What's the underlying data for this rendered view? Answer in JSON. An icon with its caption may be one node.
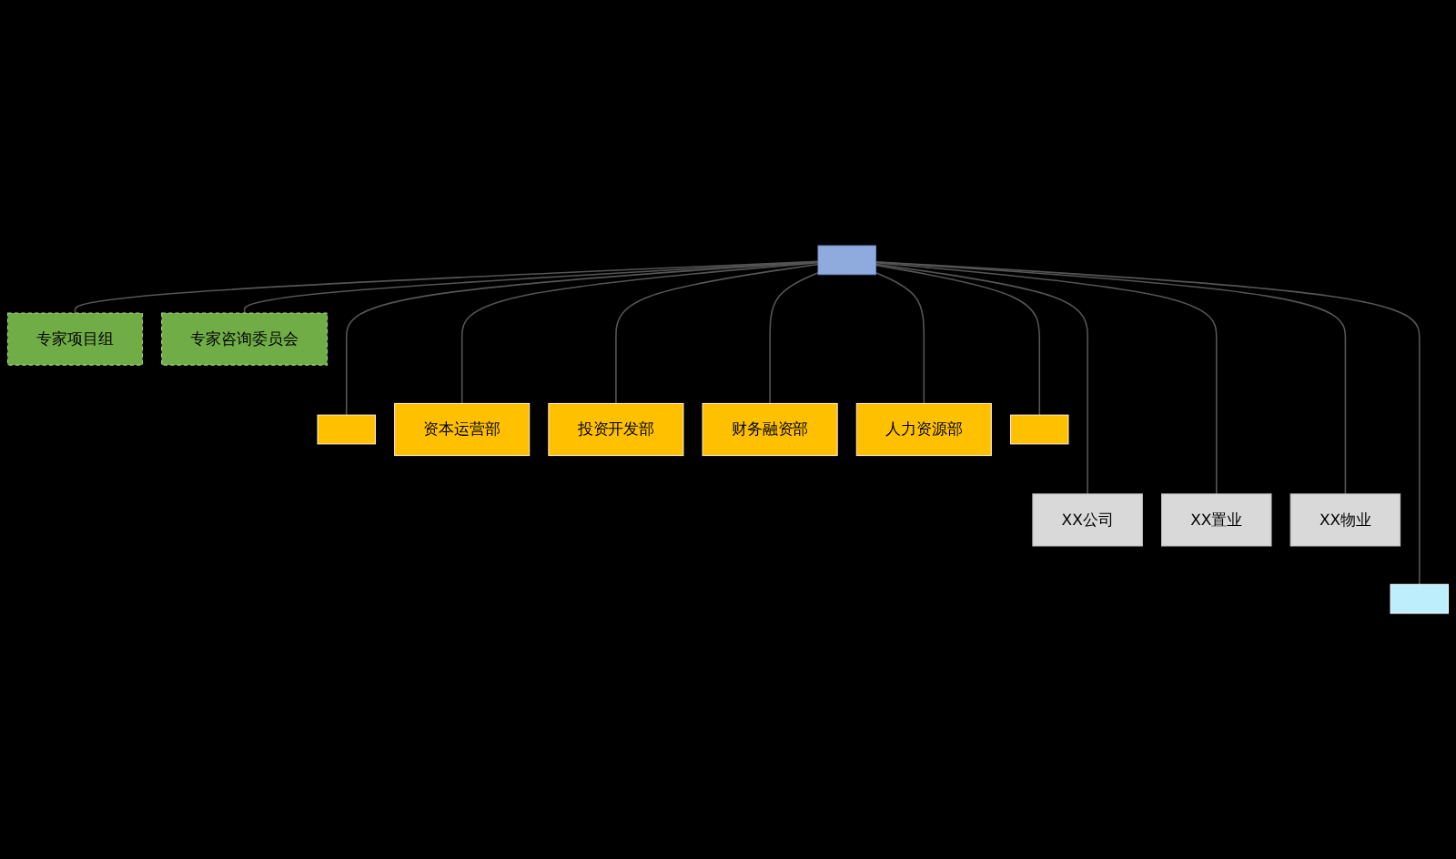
{
  "diagram": {
    "nodes": [
      {
        "text": [],
        "shape": "box"
      },
      {
        "text": [
          "专家项目组"
        ]
      },
      {
        "text": [
          "专家咨询委员会"
        ]
      },
      {
        "text": [],
        "shape": "box"
      },
      {
        "text": [
          "资本运营部"
        ]
      },
      {
        "text": [
          "投资开发部"
        ]
      },
      {
        "text": [
          "财务融资部"
        ]
      },
      {
        "text": [
          "人力资源部"
        ]
      },
      {
        "text": [],
        "shape": "box"
      },
      {
        "text": [
          "XX公司"
        ]
      },
      {
        "text": [
          "XX置业"
        ]
      },
      {
        "text": [
          "XX物业"
        ]
      },
      {
        "text": [],
        "shape": "box"
      }
    ],
    "edges": [
      {
        "from": 0,
        "to": 1,
        "arrow": "none"
      },
      {
        "from": 0,
        "to": 2,
        "arrow": "none"
      },
      {
        "from": 0,
        "to": 3,
        "arrow": "none"
      },
      {
        "from": 0,
        "to": 4,
        "arrow": "none"
      },
      {
        "from": 0,
        "to": 5,
        "arrow": "none"
      },
      {
        "from": 0,
        "to": 6,
        "arrow": "none"
      },
      {
        "from": 0,
        "to": 7,
        "arrow": "none"
      },
      {
        "from": 0,
        "to": 8,
        "arrow": "none"
      },
      {
        "from": 0,
        "to": 9,
        "arrow": "none"
      },
      {
        "from": 0,
        "to": 10,
        "arrow": "none"
      },
      {
        "from": 0,
        "to": 11,
        "arrow": "none"
      },
      {
        "from": 0,
        "to": 12,
        "arrow": "none"
      }
    ]
  }
}
